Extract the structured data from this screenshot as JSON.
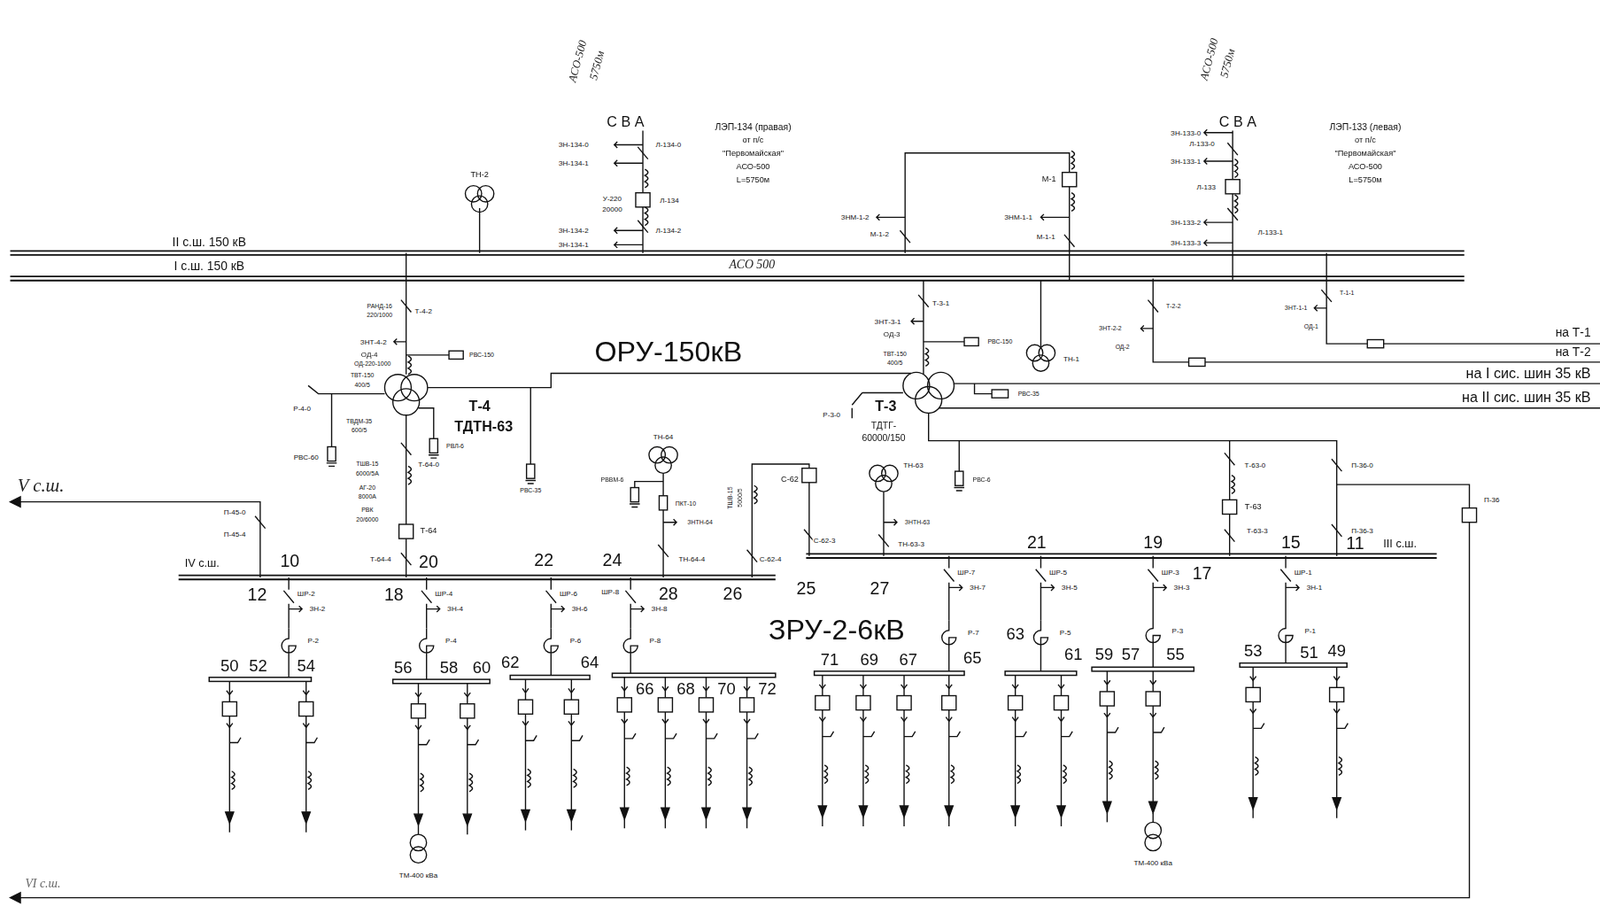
{
  "diagram": {
    "labels": [
      "АСО-500",
      "5750м",
      "С В А",
      "ЛЭП-134 (правая)",
      "от п/с",
      "\"Первомайская\"",
      "АСО-500",
      "L=5750м",
      "ЗН-134-0",
      "Л-134-0",
      "ЗН-134-1",
      "У-220",
      "20000",
      "Л-134",
      "ЗН-134-2",
      "Л-134-2",
      "ЗН-134-1",
      "АСО 500",
      "II с.ш. 150 кВ",
      "I с.ш. 150 кВ",
      "ТН-2",
      "ОРУ-150кВ",
      "РАНД-16",
      "220/1000",
      "Т-4-2",
      "ЗНТ-4-2",
      "ОД-4",
      "ОД-220-1000",
      "РВС-150",
      "ТВТ-150",
      "400/5",
      "Р-4-0",
      "ТВДМ-35",
      "600/5",
      "Т-4",
      "ТДТН-63",
      "РВС-60",
      "РВЛ-6",
      "РВС-35",
      "ТШВ-15",
      "6000/5А",
      "Т-64-0",
      "АГ-20",
      "8000А",
      "РВК",
      "20/6000",
      "Т-64",
      "П-45-0",
      "П-45-4",
      "Т-64-4",
      "V с.ш.",
      "IV с.ш.",
      "10",
      "12",
      "18",
      "20",
      "22",
      "24",
      "ТН-64",
      "РВВМ-6",
      "ПКТ-10",
      "ЗНТН-64",
      "ТШВ-15",
      "5000/5",
      "С-62",
      "ТН-64-4",
      "С-62-4",
      "28",
      "26",
      "25",
      "С-62-3",
      "ТН-63",
      "ЗНТН-63",
      "ТН-63-3",
      "27",
      "РВС-6",
      "Т-3-1",
      "ЗНТ-3-1",
      "ОД-3",
      "ТВТ-150",
      "400/5",
      "РВС-150",
      "Р-3-0",
      "Т-3",
      "ТДТГ-",
      "60000/150",
      "ТН-1",
      "РВС-35",
      "ЗНМ-1-2",
      "М-1-2",
      "М-1",
      "ЗНМ-1-1",
      "М-1-1",
      "АСО-500",
      "5750м",
      "С В А",
      "ЛЭП-133 (левая)",
      "от п/с",
      "\"Первомайская\"",
      "АСО-500",
      "L=5750м",
      "ЗН-133-0",
      "Л-133-0",
      "ЗН-133-1",
      "Л-133",
      "ЗН-133-2",
      "Л-133-1",
      "ЗН-133-3",
      "Т-2-2",
      "ЗНТ-2-2",
      "ОД-2",
      "ЗНТ-1-1",
      "Т-1-1",
      "ОД-1",
      "на Т-1",
      "на Т-2",
      "на I сис. шин 35 кВ",
      "на II сис. шин 35 кВ",
      "Т-63-0",
      "П-36-0",
      "Т-63",
      "Т-63-3",
      "П-36-3",
      "П-36",
      "ЗРУ-2-6кВ",
      "21",
      "19",
      "17",
      "15",
      "11",
      "III с.ш.",
      "ШР-2",
      "ЗН-2",
      "Р-2",
      "ШР-4",
      "ЗН-4",
      "Р-4",
      "ШР-6",
      "ЗН-6",
      "Р-6",
      "ШР-8",
      "ЗН-8",
      "Р-8",
      "ШР-7",
      "ЗН-7",
      "Р-7",
      "ШР-5",
      "ЗН-5",
      "Р-5",
      "ШР-3",
      "ЗН-3",
      "Р-3",
      "ШР-1",
      "ЗН-1",
      "Р-1",
      "50",
      "52",
      "54",
      "56",
      "58",
      "60",
      "62",
      "64",
      "66",
      "68",
      "70",
      "72",
      "71",
      "69",
      "67",
      "65",
      "63",
      "61",
      "59",
      "57",
      "55",
      "53",
      "51",
      "49",
      "ТМ-400 кВа",
      "ТМ-400 кВа",
      "VI с.ш."
    ]
  }
}
